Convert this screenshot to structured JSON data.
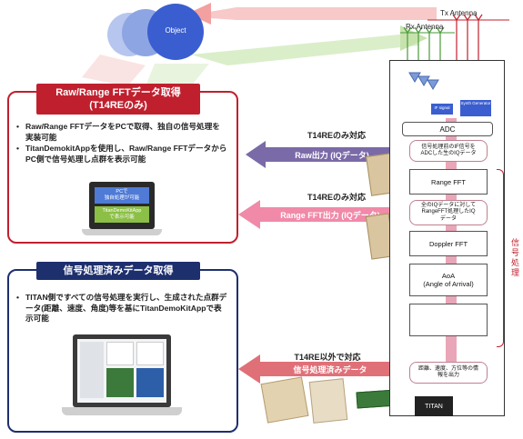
{
  "object_label": "Object",
  "tx_antenna": "Tx Antenna",
  "rx_antenna": "Rx Antenna",
  "panel_raw": {
    "title": "Raw/Range FFTデータ取得\n(T14REのみ)",
    "bullets": [
      "Raw/Range FFTデータをPCで取得、独自の信号処理を実装可能",
      "TitanDemokitAppを使用し、Raw/Range FFTデータからPC側で信号処理し点群を表示可能"
    ],
    "screen_top": "PCで\n独自処理が可能",
    "screen_bottom": "TitanDemoKitApp\nで表示可能"
  },
  "panel_processed": {
    "title": "信号処理済みデータ取得",
    "bullets": [
      "TITAN側ですべての信号処理を実行し、生成された点群データ(距離、速度、角度)等を基にTitanDemoKitAppで表示可能"
    ]
  },
  "arrows": {
    "raw_label": "T14REのみ対応",
    "raw_text": "Raw出力 (IQデータ)",
    "fft_label": "T14REのみ対応",
    "fft_text": "Range FFT出力 (IQデータ)",
    "proc_label": "T14RE以外で対応",
    "proc_text": "信号処理済みデータ"
  },
  "right": {
    "if_signal": "IF signal",
    "synth": "Synth Generator",
    "adc": "ADC",
    "note1": "信号処理前のIF信号を\nADCした生のIQデータ",
    "range_fft": "Range FFT",
    "note2": "全のIQデータに対して\nRangeFFT処理したIQ\nデータ",
    "doppler_fft": "Doppler FFT",
    "aoa": "AoA\n(Angle of Arrival)",
    "note3": "距離、速度、方位等の情\n報を出力",
    "titan": "TITAN",
    "vertical": "信号処理"
  }
}
